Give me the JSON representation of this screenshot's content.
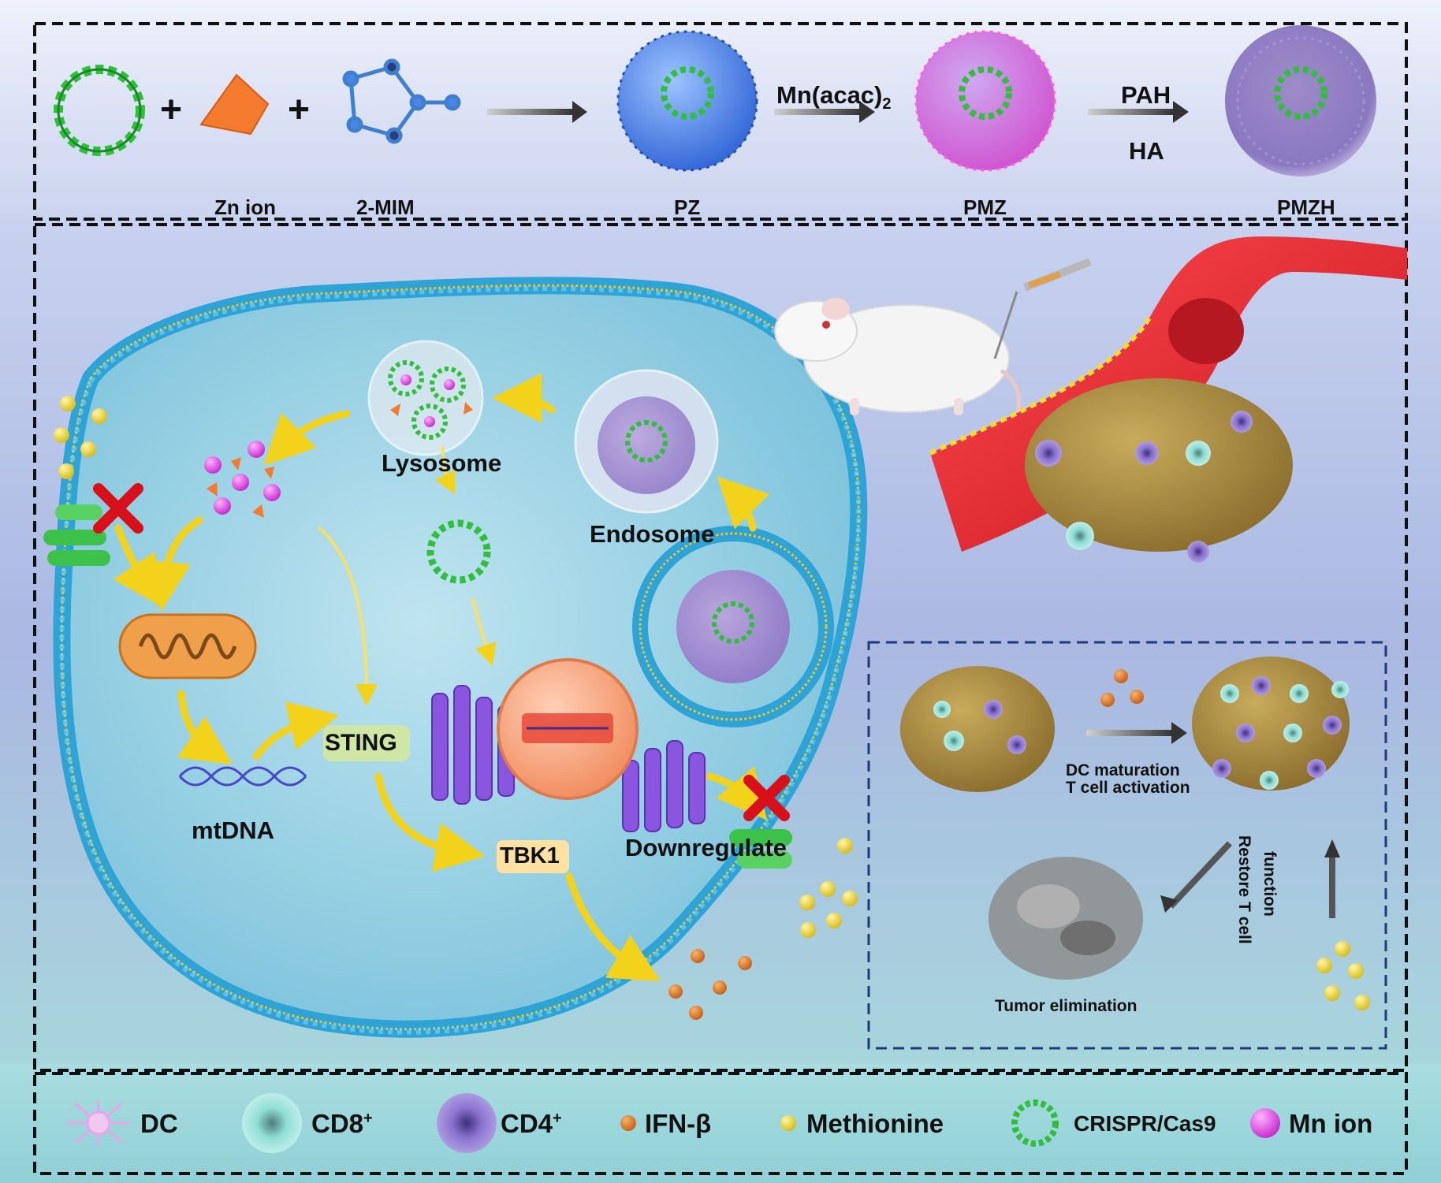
{
  "synthesis": {
    "plus": "+",
    "zn_ion": "Zn ion",
    "mim": "2-MIM",
    "pz": "PZ",
    "pmz": "PMZ",
    "pmzh": "PMZH",
    "mn_reagent_main": "Mn(acac)",
    "mn_reagent_sub": "2",
    "pah": "PAH",
    "ha": "HA"
  },
  "cell": {
    "lysosome": "Lysosome",
    "endosome": "Endosome",
    "sting": "STING",
    "mtdna": "mtDNA",
    "tbk1": "TBK1",
    "downregulate": "Downregulate"
  },
  "tumor_panel": {
    "arrow_label_1": "DC maturation",
    "arrow_label_2": "T cell activation",
    "restore_1": "Restore T cell",
    "restore_2": "function",
    "elimination": "Tumor  elimination"
  },
  "legend": {
    "dc": "DC",
    "cd8": "CD8",
    "cd8_sup": "+",
    "cd4": "CD4",
    "cd4_sup": "+",
    "ifn": "IFN-β",
    "methionine": "Methionine",
    "crispr": "CRISPR/Cas9",
    "mn": "Mn ion"
  },
  "colors": {
    "dna_green": "#2fbf3a",
    "zn_orange": "#f47a2e",
    "mim_blue": "#3e7fd0",
    "pz_blue": "#4a86e8",
    "pmz_pink": "#e070d8",
    "mn_magenta": "#d63cd9",
    "membrane_blue": "#38b4e3",
    "vessel_red": "#e8262d",
    "tumor_tan": "#a8883d",
    "methionine_yellow": "#f0d83a",
    "ifn_orange": "#e07a22",
    "cd8_teal": "#7fd8d0",
    "cd4_purple": "#8a6ec8",
    "dc_pink": "#e6b3e8"
  }
}
